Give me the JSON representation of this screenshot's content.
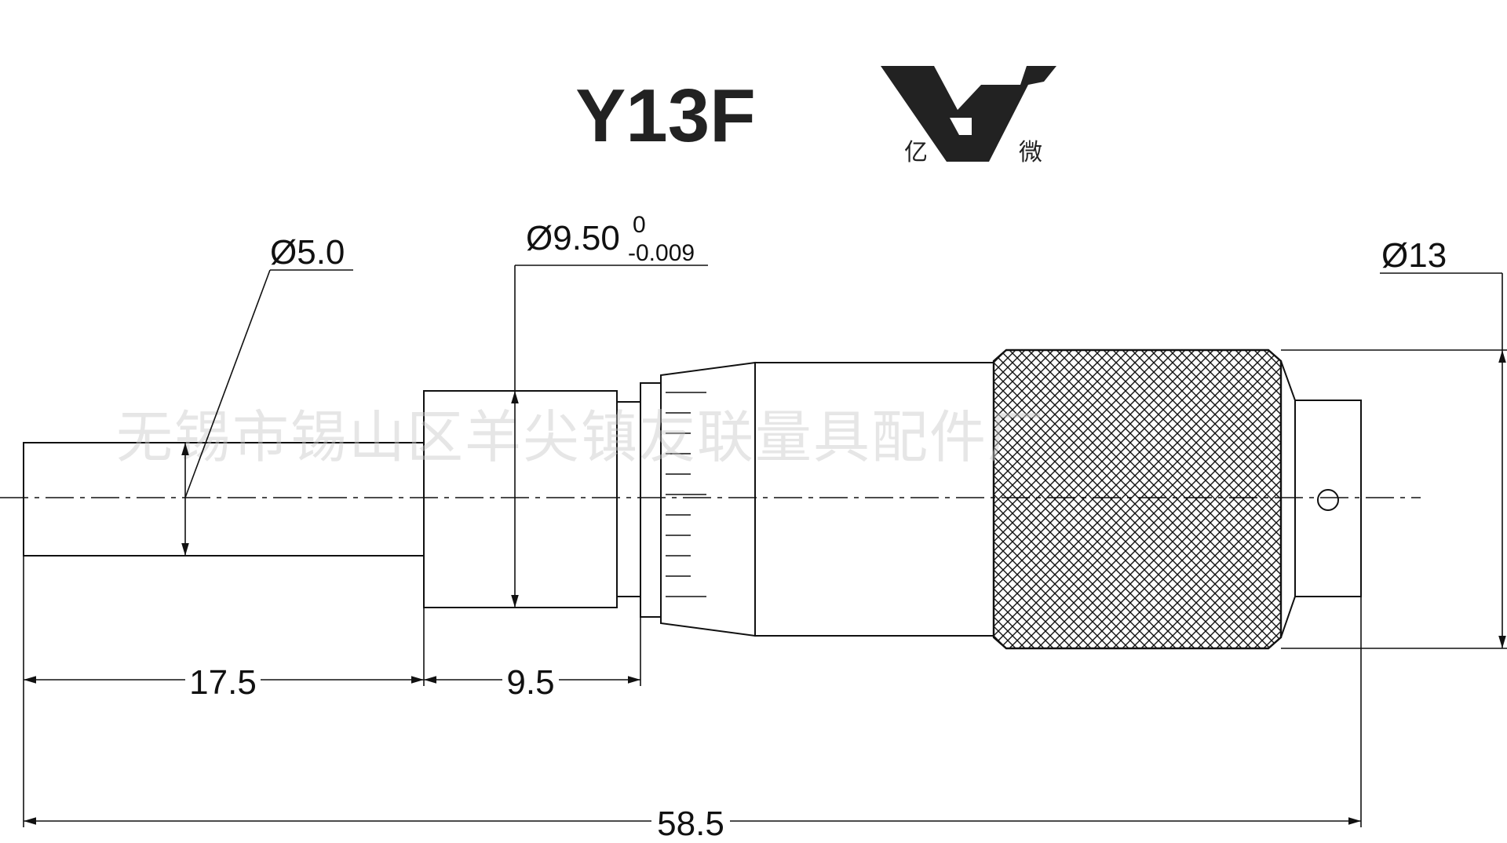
{
  "title": "Y13F",
  "logo": {
    "left_char": "亿",
    "right_char": "微"
  },
  "watermark": "无锡市锡山区羊尖镇友联量具配件厂",
  "dimensions": {
    "spindle_diameter": "Ø5.0",
    "sleeve_diameter": "Ø9.50",
    "sleeve_tol_upper": "0",
    "sleeve_tol_lower": "-0.009",
    "knob_diameter": "Ø13",
    "spindle_length": "17.5",
    "sleeve_length": "9.5",
    "total_length": "58.5"
  },
  "colors": {
    "line": "#111111",
    "watermark": "#c8c8c8"
  }
}
